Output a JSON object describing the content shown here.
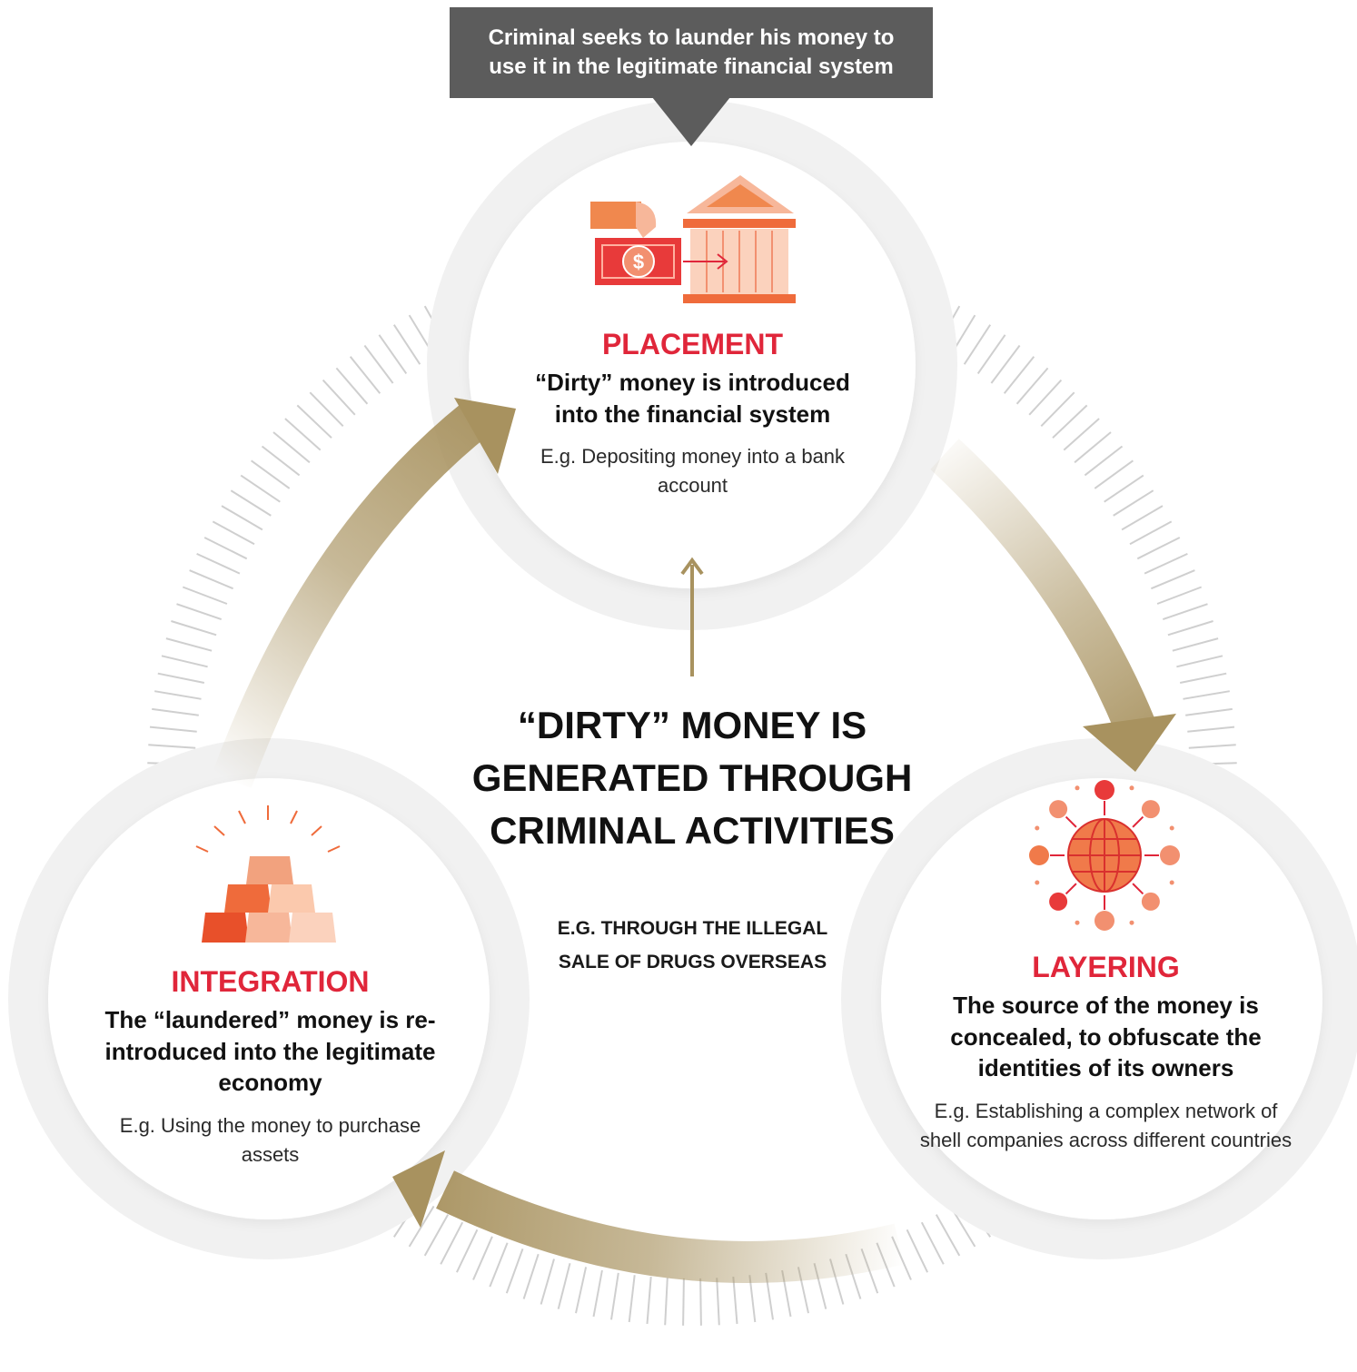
{
  "banner": {
    "text": "Criminal seeks to launder his money to use it in the legitimate financial system"
  },
  "stages": {
    "placement": {
      "title": "PLACEMENT",
      "description": "“Dirty” money is introduced into the financial system",
      "example": "E.g. Depositing money into a bank account",
      "icon": "cash-deposit-bank-icon"
    },
    "layering": {
      "title": "LAYERING",
      "description": "The source of the money is concealed, to obfuscate the identities of its owners",
      "example": "E.g. Establishing a complex network of shell companies across different countries",
      "icon": "globe-network-icon"
    },
    "integration": {
      "title": "INTEGRATION",
      "description": "The “laundered” money is re-introduced into the legitimate economy",
      "example": "E.g. Using the money to purchase assets",
      "icon": "gold-bars-icon"
    }
  },
  "center": {
    "title": "“DIRTY” MONEY IS GENERATED THROUGH CRIMINAL ACTIVITIES",
    "subtitle": "E.G. THROUGH THE ILLEGAL SALE OF DRUGS OVERSEAS"
  },
  "colors": {
    "accent_red": "#e0263a",
    "icon_orange": "#f07a4a",
    "arrow_gold": "#a8925f",
    "banner_gray": "#5c5c5c"
  }
}
